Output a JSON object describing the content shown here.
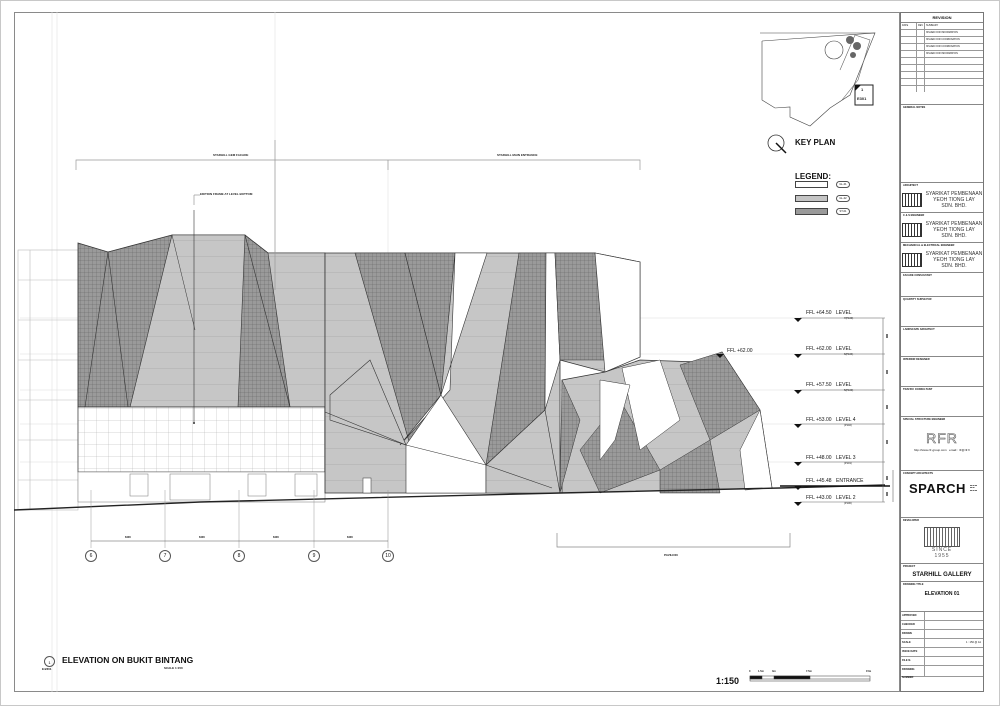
{
  "drawing": {
    "title": "ELEVATION ON BUKIT BINTANG",
    "scale_note": "SCALE 1:150",
    "view_number": "1",
    "view_ref": "E4/301",
    "scale_bar_label": "1:150",
    "scale_bar_ticks": [
      "0",
      "1.5m",
      "3m",
      "7.5m",
      "15m"
    ],
    "top_annotations": [
      "STARHILL GEM FACADE",
      "STARHILL MAIN ENTRANCE"
    ],
    "callout": "EDITION FRAME AT LEVEL BOTTOM",
    "pavilion_label": "PAVILION",
    "ffl_marker": "FFL +62.00",
    "grid_lines": [
      "6",
      "7",
      "8",
      "9",
      "10"
    ],
    "grid_dims": [
      "8400",
      "8400",
      "8400",
      "8400"
    ],
    "levels": [
      {
        "ffl": "FFL +64.50",
        "name": "LEVEL",
        "code": "7(P103)"
      },
      {
        "ffl": "FFL +62.00",
        "name": "LEVEL",
        "code": "6(P104)"
      },
      {
        "ffl": "FFL +57.50",
        "name": "LEVEL",
        "code": "5(P103)"
      },
      {
        "ffl": "FFL +53.00",
        "name": "LEVEL 4",
        "code": "(P102)"
      },
      {
        "ffl": "FFL +48.00",
        "name": "LEVEL 3",
        "code": "(P101)"
      },
      {
        "ffl": "FFL +45.48",
        "name": "ENTRANCE",
        "code": ""
      },
      {
        "ffl": "FFL +43.00",
        "name": "LEVEL 2",
        "code": "(P100)"
      }
    ]
  },
  "key_plan": {
    "title": "KEY PLAN",
    "section_number": "1",
    "section_ref": "E301"
  },
  "legend": {
    "title": "LEGEND:",
    "items": [
      {
        "tag": "GL-01",
        "color": "#ffffff"
      },
      {
        "tag": "GL-02",
        "color": "#c4c4c4"
      },
      {
        "tag": "ST-01",
        "color": "#9a9a9a"
      }
    ]
  },
  "title_block": {
    "revision": {
      "title": "REVISION",
      "headers": [
        "DATE",
        "REV",
        "SUMMARY"
      ],
      "rows": [
        {
          "date": "",
          "rev": "",
          "summary": "ISSUED FOR INFORMATION"
        },
        {
          "date": "",
          "rev": "",
          "summary": "ISSUED FOR COORDINATION"
        },
        {
          "date": "",
          "rev": "",
          "summary": "ISSUED FOR COORDINATION"
        },
        {
          "date": "",
          "rev": "",
          "summary": "ISSUED FOR INFORMATION"
        }
      ],
      "notes_label": "GENERAL NOTES"
    },
    "consultants": [
      {
        "role": "ARCHITECT",
        "name_lines": [
          "SYARIKAT PEMBENAAN",
          "YEOH TIONG LAY",
          "SDN. BHD."
        ]
      },
      {
        "role": "C & S ENGINEER",
        "name_lines": [
          "SYARIKAT PEMBENAAN",
          "YEOH TIONG LAY",
          "SDN. BHD."
        ]
      },
      {
        "role": "MECHANICAL & ELECTRICAL ENGINEER",
        "name_lines": [
          "SYARIKAT PEMBENAAN",
          "YEOH TIONG LAY",
          "SDN. BHD."
        ]
      }
    ],
    "empty_roles": [
      "FACADE CONSULTANT",
      "QUANTITY SURVEYOR",
      "LANDSCAPE ARCHITECT",
      "INTERIOR DESIGNER",
      "TRAFFIC CONSULTANT"
    ],
    "special_engineer": {
      "role": "SPECIAL STRUCTURE ENGINEER",
      "logo": "RFR",
      "website": "http://www.rfr-group.com",
      "email": "email : rfr@rfr.fr"
    },
    "concept_architect": {
      "role": "CONCEPT ARCHITECTS",
      "logo": "SPARCH"
    },
    "developer": {
      "role": "DEVELOPER",
      "logo": "YTL",
      "since": "SINCE 1955"
    },
    "project": {
      "role": "PROJECT",
      "name": "STARHILL GALLERY"
    },
    "drawing_title": {
      "role": "DRAWING TITLE",
      "name": "ELEVATION 01"
    },
    "info_rows": [
      {
        "key": "APPROVED",
        "value": ""
      },
      {
        "key": "CHECKED",
        "value": ""
      },
      {
        "key": "DRAWN",
        "value": ""
      },
      {
        "key": "SCALE",
        "value": "1 : 150 @ A1"
      },
      {
        "key": "ISSUE DATE",
        "value": ""
      },
      {
        "key": "FILE N.",
        "value": ""
      },
      {
        "key": "DRAWING NUMBER",
        "value": ""
      }
    ]
  }
}
